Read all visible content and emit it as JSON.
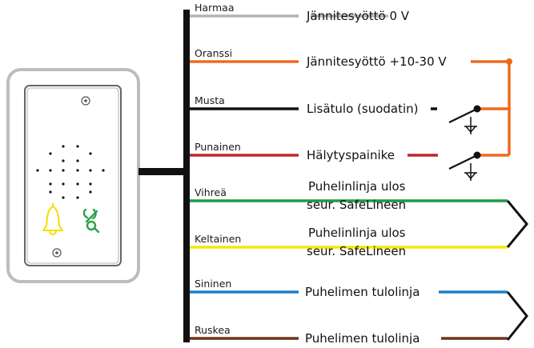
{
  "colors": {
    "gray": "#b4b4b4",
    "orange": "#ee6a20",
    "black": "#111111",
    "red": "#c0272d",
    "green": "#1f9a46",
    "yellow": "#f6e800",
    "blue": "#1f7fc4",
    "brown": "#6b3519"
  },
  "wires": [
    {
      "color_name": "Harmaa",
      "function": "Jännitesyöttö 0 V"
    },
    {
      "color_name": "Oranssi",
      "function": "Jännitesyöttö +10-30 V"
    },
    {
      "color_name": "Musta",
      "function": "Lisätulo (suodatin)"
    },
    {
      "color_name": "Punainen",
      "function": "Hälytyspainike"
    },
    {
      "color_name": "Vihreä",
      "function": "Puhelinlinja ulos seur. SafeLineen"
    },
    {
      "color_name": "Keltainen",
      "function": "Puhelinlinja ulos seur. SafeLineen"
    },
    {
      "color_name": "Sininen",
      "function": "Puhelimen tulolinja"
    },
    {
      "color_name": "Ruskea",
      "function": "Puhelimen tulolinja"
    }
  ],
  "device": {
    "bell_icon": "bell-icon",
    "phone_icon": "phone-icon"
  }
}
